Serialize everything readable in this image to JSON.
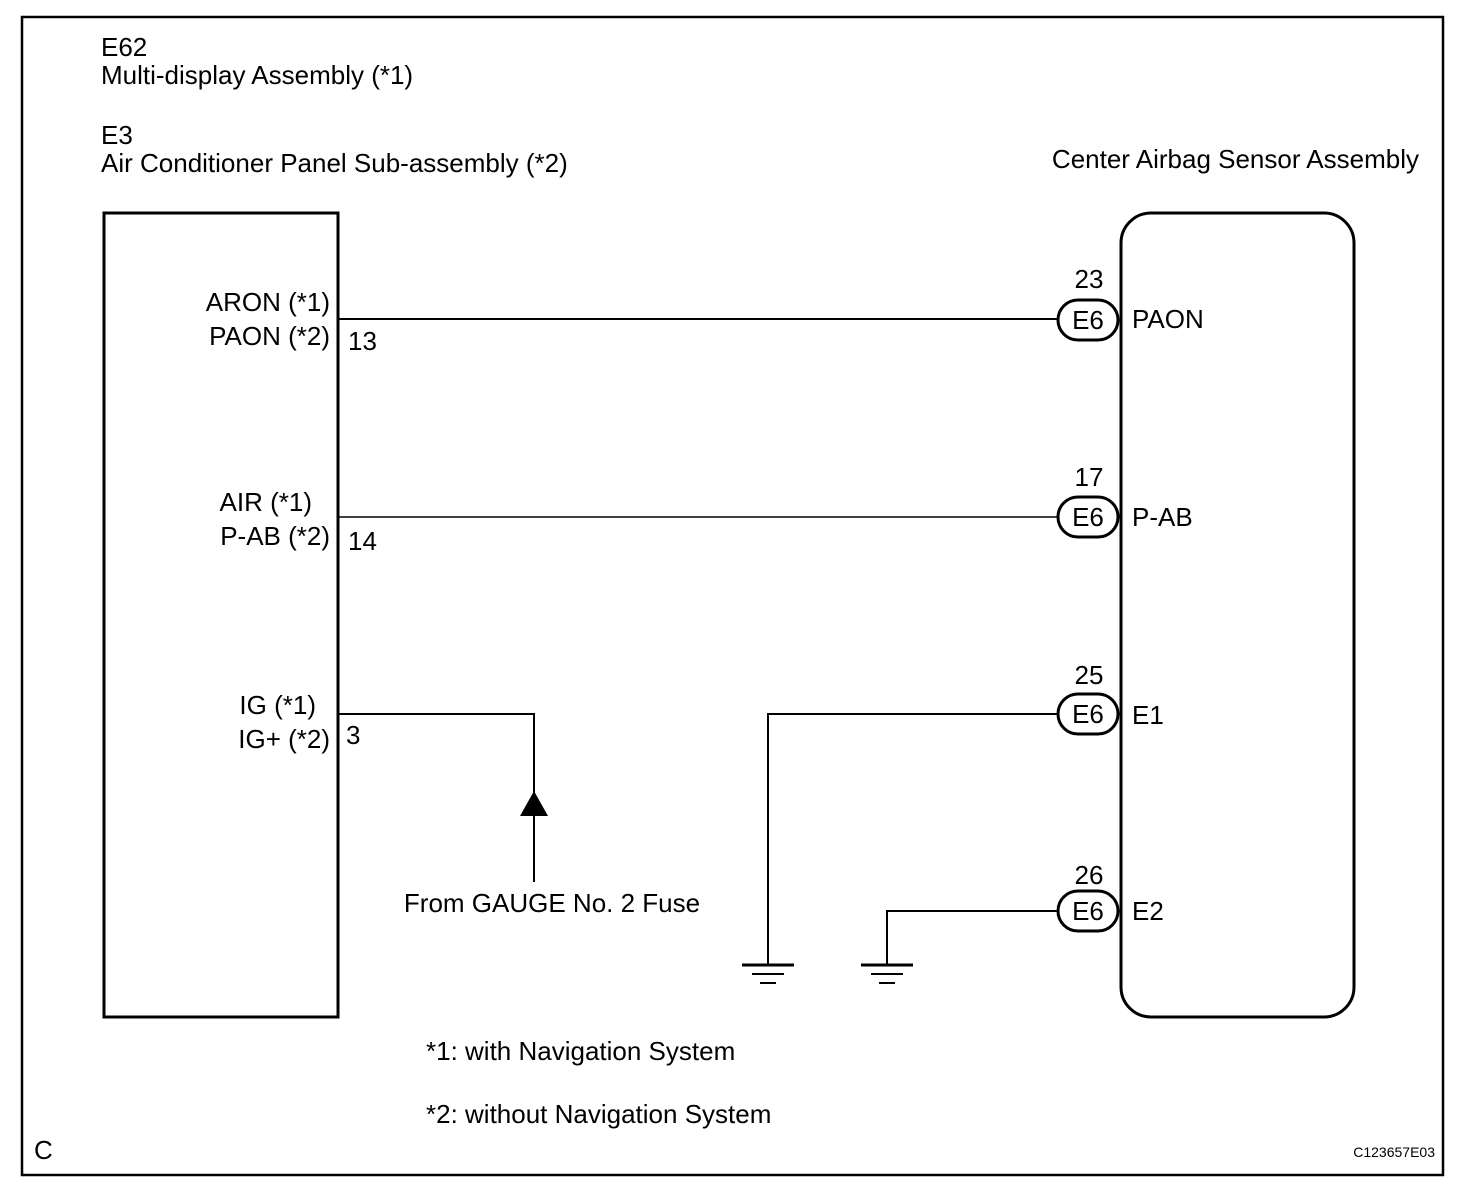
{
  "left_component": {
    "codes": [
      {
        "code": "E62",
        "name": "Multi-display Assembly (*1)"
      },
      {
        "code": "E3",
        "name": "Air Conditioner Panel Sub-assembly (*2)"
      }
    ],
    "terminals": [
      {
        "label_1": "ARON (*1)",
        "label_2": "PAON (*2)",
        "pin": "13"
      },
      {
        "label_1": "AIR (*1)",
        "label_2": "P-AB (*2)",
        "pin": "14"
      },
      {
        "label_1": "IG (*1)",
        "label_2": "IG+ (*2)",
        "pin": "3"
      }
    ]
  },
  "right_component": {
    "title": "Center Airbag Sensor Assembly",
    "terminals": [
      {
        "pin": "23",
        "connector": "E6",
        "name": "PAON"
      },
      {
        "pin": "17",
        "connector": "E6",
        "name": "P-AB"
      },
      {
        "pin": "25",
        "connector": "E6",
        "name": "E1"
      },
      {
        "pin": "26",
        "connector": "E6",
        "name": "E2"
      }
    ]
  },
  "fuse_label": "From GAUGE No. 2 Fuse",
  "notes": [
    "*1: with Navigation System",
    "*2: without Navigation System"
  ],
  "corner_letter": "C",
  "figure_id": "C123657E03"
}
